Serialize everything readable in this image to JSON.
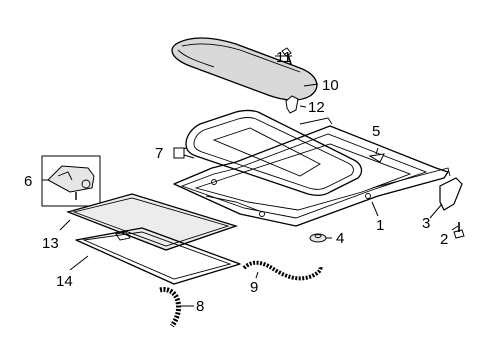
{
  "callouts": {
    "c1": "1",
    "c2": "2",
    "c3": "3",
    "c4": "4",
    "c5": "5",
    "c6": "6",
    "c7": "7",
    "c8": "8",
    "c9": "9",
    "c10": "10",
    "c11": "11",
    "c12": "12",
    "c13": "13",
    "c14": "14"
  },
  "colors": {
    "ink": "#000000",
    "panel_fill": "#d9d9d9",
    "shade_fill": "#ececec",
    "background": "#ffffff"
  }
}
